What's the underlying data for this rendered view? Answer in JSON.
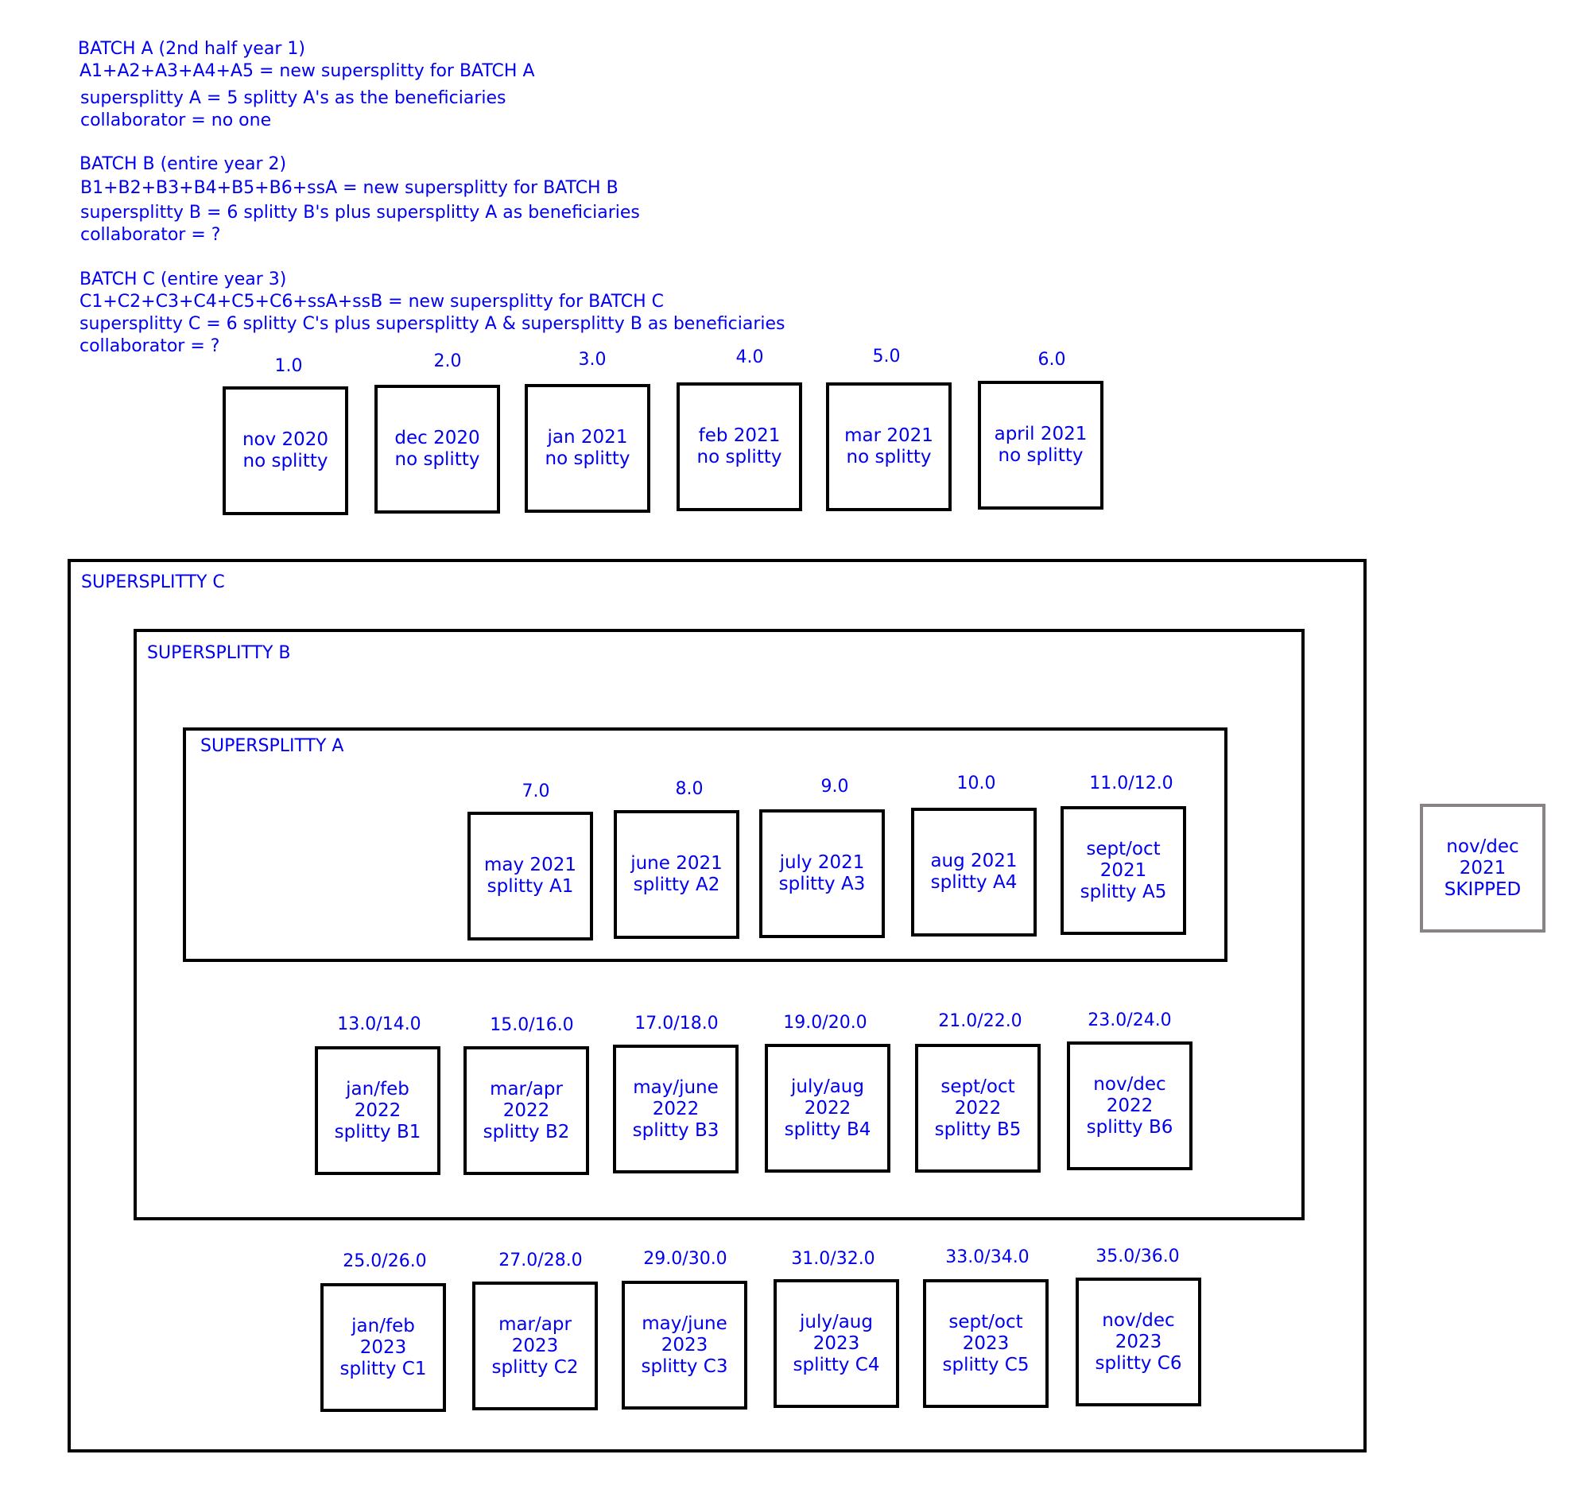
{
  "notes": {
    "batch_a": {
      "title": "BATCH A (2nd half year 1)",
      "formula": "A1+A2+A3+A4+A5 = new supersplitty for BATCH A",
      "beneficiaries": "supersplitty A = 5 splitty A's as the beneficiaries",
      "collaborator": "collaborator = no one"
    },
    "batch_b": {
      "title": "BATCH B (entire year 2)",
      "formula": "B1+B2+B3+B4+B5+B6+ssA = new supersplitty for BATCH B",
      "beneficiaries": "supersplitty B = 6 splitty B's plus supersplitty A as beneficiaries",
      "collaborator": "collaborator = ?"
    },
    "batch_c": {
      "title": "BATCH C (entire year 3)",
      "formula": "C1+C2+C3+C4+C5+C6+ssA+ssB = new supersplitty for BATCH C",
      "beneficiaries": "supersplitty C = 6 splitty C's plus supersplitty A & supersplitty B as beneficiaries",
      "collaborator": "collaborator = ?"
    }
  },
  "frames": {
    "c": "SUPERSPLITTY C",
    "b": "SUPERSPLITTY B",
    "a": "SUPERSPLITTY A"
  },
  "top_row": [
    {
      "num": "1.0",
      "l1": "nov 2020",
      "l2": "no splitty"
    },
    {
      "num": "2.0",
      "l1": "dec 2020",
      "l2": "no splitty"
    },
    {
      "num": "3.0",
      "l1": "jan 2021",
      "l2": "no splitty"
    },
    {
      "num": "4.0",
      "l1": "feb 2021",
      "l2": "no splitty"
    },
    {
      "num": "5.0",
      "l1": "mar 2021",
      "l2": "no splitty"
    },
    {
      "num": "6.0",
      "l1": "april 2021",
      "l2": "no splitty"
    }
  ],
  "a_row": [
    {
      "num": "7.0",
      "l1": "may 2021",
      "l2": "splitty A1"
    },
    {
      "num": "8.0",
      "l1": "june 2021",
      "l2": "splitty A2"
    },
    {
      "num": "9.0",
      "l1": "july 2021",
      "l2": "splitty A3"
    },
    {
      "num": "10.0",
      "l1": "aug 2021",
      "l2": "splitty A4"
    },
    {
      "num": "11.0/12.0",
      "l1": "sept/oct",
      "l2": "2021",
      "l3": "splitty A5"
    }
  ],
  "b_row": [
    {
      "num": "13.0/14.0",
      "l1": "jan/feb",
      "l2": "2022",
      "l3": "splitty B1"
    },
    {
      "num": "15.0/16.0",
      "l1": "mar/apr",
      "l2": "2022",
      "l3": "splitty B2"
    },
    {
      "num": "17.0/18.0",
      "l1": "may/june",
      "l2": "2022",
      "l3": "splitty B3"
    },
    {
      "num": "19.0/20.0",
      "l1": "july/aug",
      "l2": "2022",
      "l3": "splitty B4"
    },
    {
      "num": "21.0/22.0",
      "l1": "sept/oct",
      "l2": "2022",
      "l3": "splitty B5"
    },
    {
      "num": "23.0/24.0",
      "l1": "nov/dec",
      "l2": "2022",
      "l3": "splitty B6"
    }
  ],
  "c_row": [
    {
      "num": "25.0/26.0",
      "l1": "jan/feb",
      "l2": "2023",
      "l3": "splitty C1"
    },
    {
      "num": "27.0/28.0",
      "l1": "mar/apr",
      "l2": "2023",
      "l3": "splitty C2"
    },
    {
      "num": "29.0/30.0",
      "l1": "may/june",
      "l2": "2023",
      "l3": "splitty C3"
    },
    {
      "num": "31.0/32.0",
      "l1": "july/aug",
      "l2": "2023",
      "l3": "splitty C4"
    },
    {
      "num": "33.0/34.0",
      "l1": "sept/oct",
      "l2": "2023",
      "l3": "splitty C5"
    },
    {
      "num": "35.0/36.0",
      "l1": "nov/dec",
      "l2": "2023",
      "l3": "splitty C6"
    }
  ],
  "skipped": {
    "l1": "nov/dec 2021",
    "l2": "SKIPPED"
  }
}
